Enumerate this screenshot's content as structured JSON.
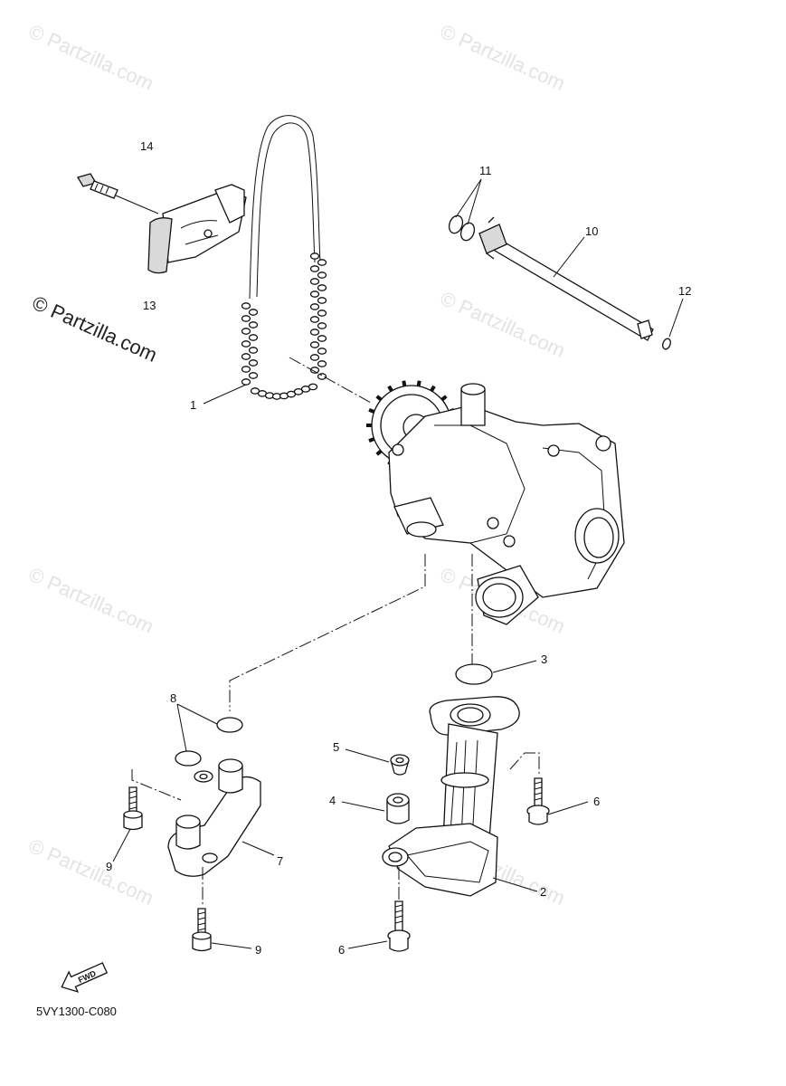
{
  "diagram_code": "5VY1300-C080",
  "watermark": {
    "main_text": "© Partzilla.com",
    "faint_text": "© Partzilla.com"
  },
  "fwd_label": "FWD",
  "callouts": {
    "c1": "1",
    "c2": "2",
    "c3": "3",
    "c4": "4",
    "c5": "5",
    "c6a": "6",
    "c6b": "6",
    "c7": "7",
    "c8": "8",
    "c9a": "9",
    "c9b": "9",
    "c10": "10",
    "c11": "11",
    "c12": "12",
    "c13": "13",
    "c14": "14"
  }
}
